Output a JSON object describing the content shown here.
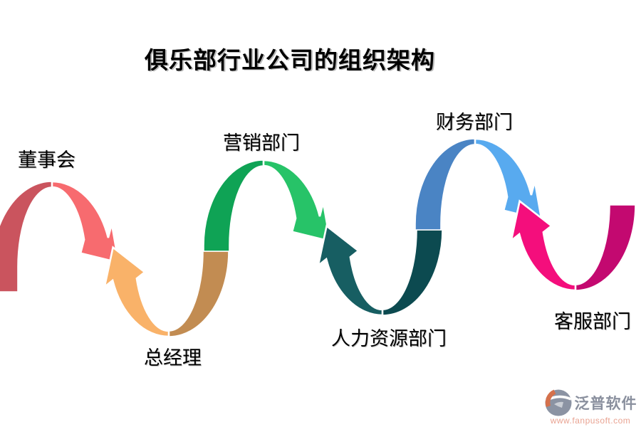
{
  "title": "俱乐部行业公司的组织架构",
  "nodes": [
    {
      "id": "board",
      "label": "董事会",
      "shape": "arch",
      "color_back": "#CA545E",
      "color_front": "#F76B6F"
    },
    {
      "id": "general-manager",
      "label": "总经理",
      "shape": "u-turn",
      "color_back": "#C28C52",
      "color_front": "#F9B269"
    },
    {
      "id": "marketing",
      "label": "营销部门",
      "shape": "arch",
      "color_back": "#0FA355",
      "color_front": "#27C368"
    },
    {
      "id": "human-resources",
      "label": "人力资源部门",
      "shape": "u-turn",
      "color_back": "#0C4A50",
      "color_front": "#175E62"
    },
    {
      "id": "finance",
      "label": "财务部门",
      "shape": "arch",
      "color_back": "#4A84C4",
      "color_front": "#58AAEF"
    },
    {
      "id": "customer-service",
      "label": "客服部门",
      "shape": "u-turn",
      "color_back": "#C30970",
      "color_front": "#F40E7C"
    }
  ],
  "watermark": {
    "brand": "泛普软件",
    "url": "www.fanpusoft.com",
    "brand_color": "#8A909E",
    "url_color": "#E9A392",
    "icon_gray": "#8B93A3",
    "icon_orange": "#D5714C"
  }
}
